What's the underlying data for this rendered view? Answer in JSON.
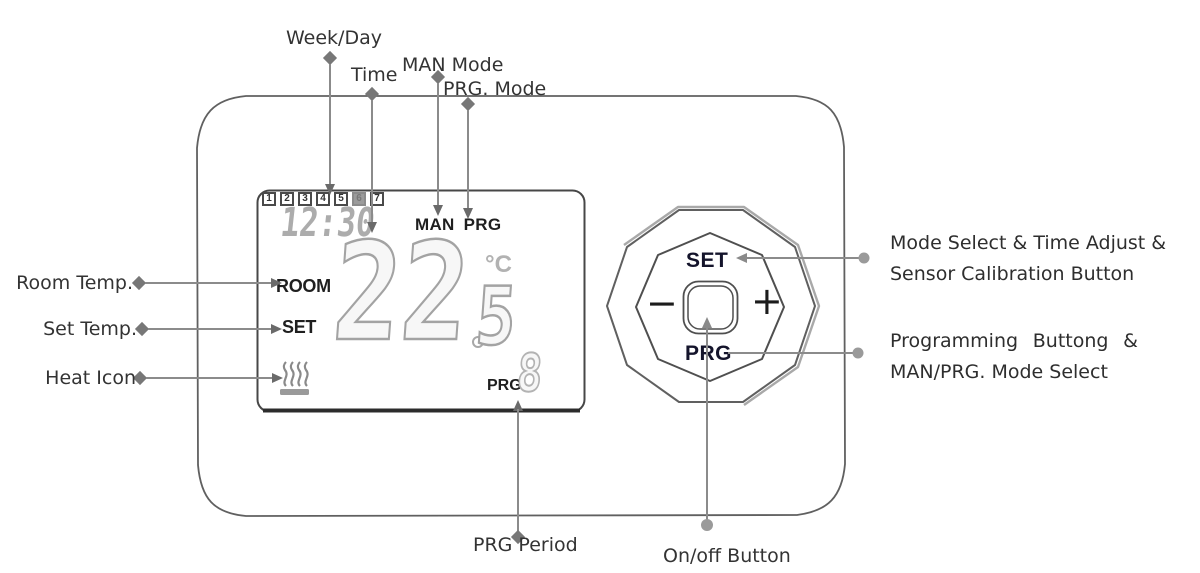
{
  "annotations": {
    "week_day": "Week/Day",
    "time": "Time",
    "man_mode": "MAN Mode",
    "prg_mode": "PRG. Mode",
    "room_temp": "Room Temp.",
    "set_temp": "Set Temp.",
    "heat_icon": "Heat Icon",
    "prg_period": "PRG Period",
    "onoff_button": "On/off Button",
    "set_button_line1": "Mode Select & Time Adjust &",
    "set_button_line2": "Sensor Calibration Button",
    "prg_button_line1": "Programming Buttong &",
    "prg_button_line2": "MAN/PRG. Mode Select"
  },
  "lcd": {
    "week_days": [
      "1",
      "2",
      "3",
      "4",
      "5",
      "6",
      "7"
    ],
    "active_day": "6",
    "time_value": "12:30",
    "man_indicator": "MAN",
    "prg_indicator": "PRG",
    "room_label": "ROOM",
    "set_label": "SET",
    "temperature_int": "22",
    "temperature_frac": "5",
    "temperature_unit": "°C",
    "prg_period_label": "PRG",
    "prg_period_value": "8"
  },
  "dial": {
    "set_button": "SET",
    "minus_button": "−",
    "plus_button": "+",
    "prg_button": "PRG"
  },
  "colors": {
    "annotation_text": "#333333",
    "connector_gray": "#8b8b8b",
    "device_outline": "#606060",
    "lcd_segment_gray": "#a3a3a3",
    "lcd_text_dark": "#1f1f1f"
  }
}
